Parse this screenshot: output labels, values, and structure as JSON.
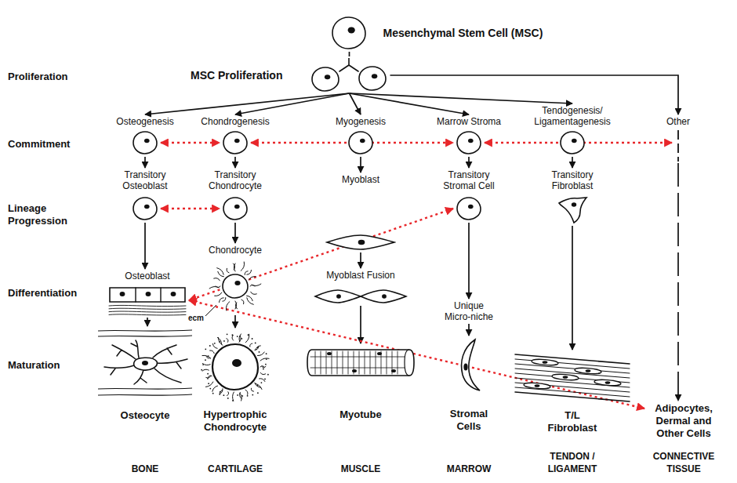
{
  "diagram": {
    "nodes": [
      {
        "text": [
          "Mesenchymal Stem Cell (MSC)"
        ]
      },
      {
        "text": [
          "MSC Proliferation"
        ]
      },
      {
        "text": [
          "Osteogenesis"
        ]
      },
      {
        "text": [
          "Chondrogenesis"
        ]
      },
      {
        "text": [
          "Myogenesis"
        ]
      },
      {
        "text": [
          "Marrow Stroma"
        ]
      },
      {
        "text": [
          "Tendogenesis/ Ligamentagenesis"
        ]
      },
      {
        "text": [
          "Other"
        ]
      },
      {
        "text": [
          "Transitory Osteoblast"
        ]
      },
      {
        "text": [
          "Transitory Chondrocyte"
        ]
      },
      {
        "text": [
          "Myoblast"
        ]
      },
      {
        "text": [
          "Transitory Stromal Cell"
        ]
      },
      {
        "text": [
          "Transitory Fibroblast"
        ]
      },
      {
        "text": [
          "Osteoblast"
        ]
      },
      {
        "text": [
          "Chondrocyte"
        ]
      },
      {
        "text": [
          "Myoblast Fusion"
        ]
      },
      {
        "text": [
          "Unique Micro-niche"
        ]
      },
      {
        "text": [
          "Osteocyte"
        ]
      },
      {
        "text": [
          "Hypertrophic Chondrocyte"
        ]
      },
      {
        "text": [
          "Myotube"
        ]
      },
      {
        "text": [
          "Stromal Cells"
        ]
      },
      {
        "text": [
          "T/L Fibroblast"
        ]
      },
      {
        "text": [
          "Adipocytes, Dermal and Other Cells"
        ]
      }
    ],
    "edges": [
      {
        "from": 0,
        "to": 1,
        "arrow": "none"
      },
      {
        "from": 1,
        "to": 2,
        "arrow": "to"
      },
      {
        "from": 1,
        "to": 3,
        "arrow": "to"
      },
      {
        "from": 1,
        "to": 4,
        "arrow": "to"
      },
      {
        "from": 1,
        "to": 5,
        "arrow": "to"
      },
      {
        "from": 1,
        "to": 6,
        "arrow": "to"
      },
      {
        "from": 1,
        "to": 7,
        "arrow": "to"
      },
      {
        "from": 2,
        "to": 8,
        "arrow": "to"
      },
      {
        "from": 3,
        "to": 9,
        "arrow": "to"
      },
      {
        "from": 4,
        "to": 10,
        "arrow": "to"
      },
      {
        "from": 5,
        "to": 11,
        "arrow": "to"
      },
      {
        "from": 6,
        "to": 12,
        "arrow": "to"
      },
      {
        "from": 7,
        "to": 22,
        "arrow": "to"
      },
      {
        "from": 8,
        "to": 13,
        "arrow": "to"
      },
      {
        "from": 9,
        "to": 14,
        "arrow": "to"
      },
      {
        "from": 10,
        "to": 15,
        "arrow": "to"
      },
      {
        "from": 11,
        "to": 16,
        "arrow": "to"
      },
      {
        "from": 12,
        "to": 21,
        "arrow": "to"
      },
      {
        "from": 13,
        "to": 17,
        "arrow": "to"
      },
      {
        "from": 14,
        "to": 18,
        "arrow": "to"
      },
      {
        "from": 15,
        "to": 19,
        "arrow": "to"
      },
      {
        "from": 16,
        "to": 20,
        "arrow": "to"
      },
      {
        "from": 2,
        "to": 3,
        "arrow": "both"
      },
      {
        "from": 3,
        "to": 5,
        "arrow": "both"
      },
      {
        "from": 5,
        "to": 7,
        "arrow": "both"
      },
      {
        "from": 8,
        "to": 9,
        "arrow": "both"
      },
      {
        "from": 11,
        "to": 13,
        "arrow": "both"
      },
      {
        "from": 13,
        "to": 22,
        "arrow": "both"
      }
    ],
    "labels": [
      "Proliferation",
      "Commitment",
      "Lineage Progression",
      "Differentiation",
      "Maturation",
      "ecm",
      "BONE",
      "CARTILAGE",
      "MUSCLE",
      "MARROW",
      "TENDON / LIGAMENT",
      "CONNECTIVE TISSUE"
    ]
  }
}
